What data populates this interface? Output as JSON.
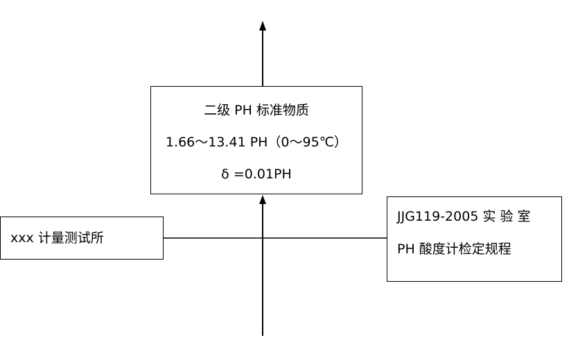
{
  "diagram": {
    "standard_box": {
      "line1": "二级 PH 标准物质",
      "line2": "1.66～13.41 PH（0～95℃）",
      "line3": "δ =0.01PH"
    },
    "lab_box": {
      "name": "xxx 计量测试所"
    },
    "regulation_box": {
      "line1": "JJG119-2005  实 验 室",
      "line2": "PH 酸度计检定规程"
    },
    "colors": {
      "line": "#000000",
      "box_border": "#000000",
      "background": "#ffffff"
    }
  }
}
